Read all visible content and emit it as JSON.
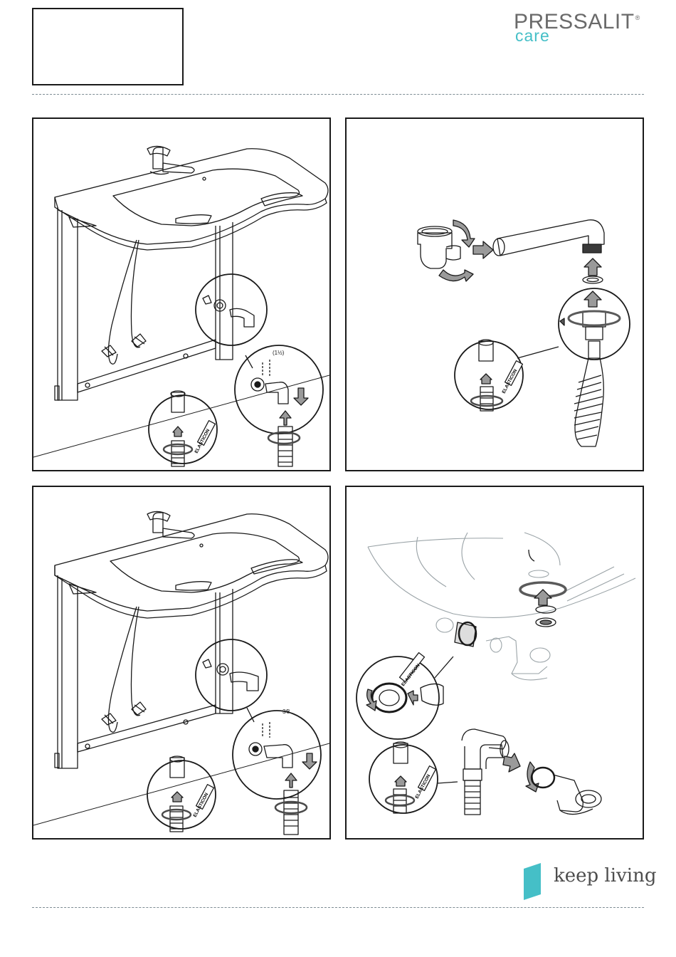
{
  "brand": {
    "name": "PRESSALIT",
    "registered": "®",
    "sub": "care",
    "accent_color": "#45bfc7",
    "text_color": "#6a6a6a"
  },
  "footer": {
    "tagline": "keep living"
  },
  "panels": [
    {
      "id": "step-1",
      "annotations": {
        "bracket": "(1½)",
        "badge": "ELASTICON"
      }
    },
    {
      "id": "step-2",
      "annotations": {
        "badge": "ELASTICON"
      }
    },
    {
      "id": "step-3",
      "annotations": {
        "bracket": "3⁄8",
        "badge": "ELASTICON"
      }
    },
    {
      "id": "step-4",
      "annotations": {
        "badge": "ELASTICON"
      }
    }
  ],
  "icons": [
    "washbasin-illustration",
    "mixer-tap-icon",
    "siphon-icon",
    "rotate-arrow-icon",
    "push-arrow-icon",
    "flex-hose-icon",
    "keep-living-mark-icon"
  ]
}
